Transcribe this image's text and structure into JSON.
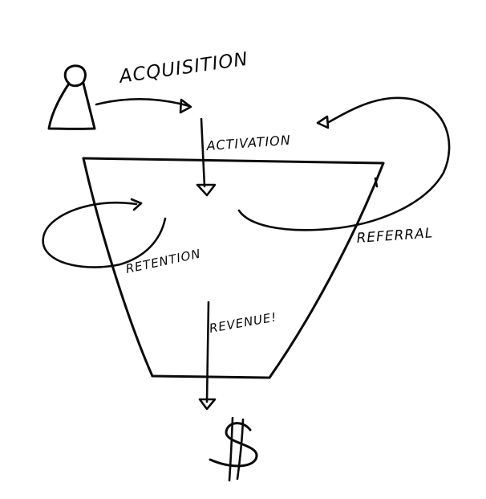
{
  "labels": {
    "acquisition": "ACQUISITION",
    "activation": "ACTIVATION",
    "retention": "RETENTION",
    "referral": "REFERRAL",
    "revenue": "REVENUE!",
    "dollar": "$"
  },
  "colors": {
    "ink": "#0a0a0a",
    "background": "#ffffff"
  },
  "icons": {
    "user": "person-icon",
    "money": "dollar-icon"
  }
}
